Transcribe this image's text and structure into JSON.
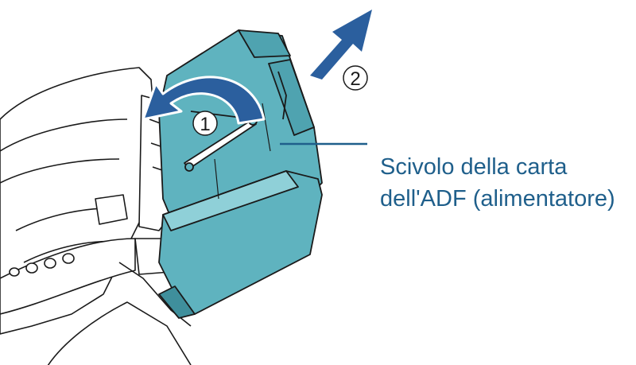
{
  "callout": {
    "line1": "Scivolo della carta",
    "line2": "dell'ADF (alimentatore)"
  },
  "steps": {
    "step1": "1",
    "step2": "2"
  },
  "colors": {
    "chute_fill": "#5fb3bf",
    "chute_dark": "#3f8f9c",
    "arrow_blue": "#2b5f9e",
    "callout_text": "#1f5f8b",
    "outline": "#1a1a1a"
  },
  "icons": {
    "rotate_arrow": "curved-arrow-icon",
    "lift_arrow": "arrow-up-right-icon"
  }
}
